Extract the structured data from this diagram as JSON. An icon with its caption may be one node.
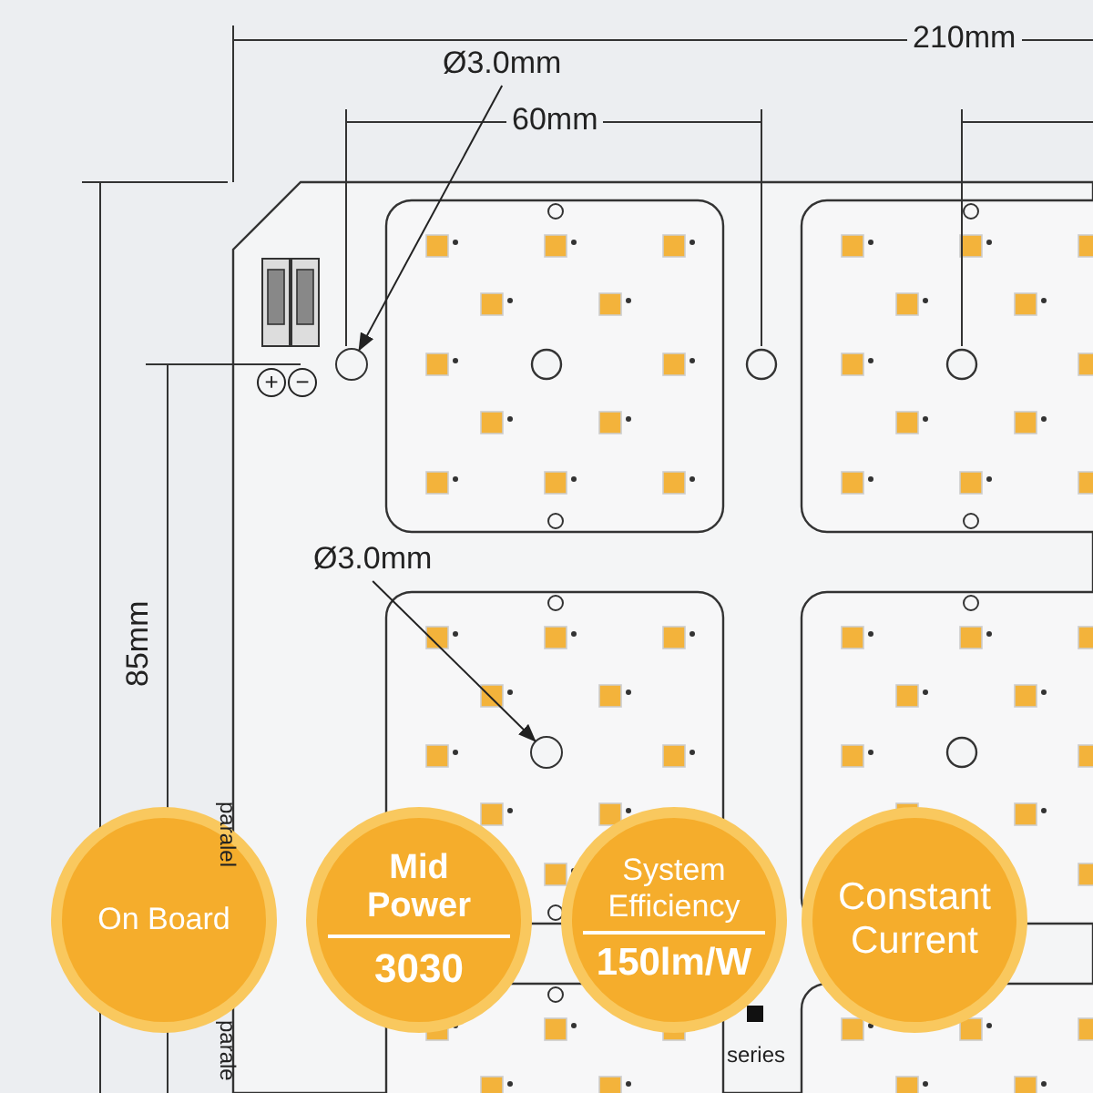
{
  "diagram": {
    "nodes": [
      {
        "text": [
          "Ø3.0mm"
        ]
      },
      {
        "text": [],
        "shape": "circle"
      },
      {
        "text": [
          "Ø3.0mm"
        ]
      },
      {
        "text": [],
        "shape": "circle"
      },
      {
        "text": [
          "On Board"
        ]
      },
      {
        "text": [
          "Mid Power",
          "3030"
        ]
      },
      {
        "text": [
          "System Efficiency",
          "150lm/W"
        ]
      },
      {
        "text": [
          "Constant Current"
        ]
      }
    ],
    "edges": [
      {
        "from": 0,
        "to": 1,
        "arrow": "to"
      },
      {
        "from": 2,
        "to": 3,
        "arrow": "to"
      }
    ],
    "labels": [
      "210mm",
      "60mm",
      "85mm",
      "+",
      "−",
      "paralel",
      "parale",
      "series"
    ]
  }
}
